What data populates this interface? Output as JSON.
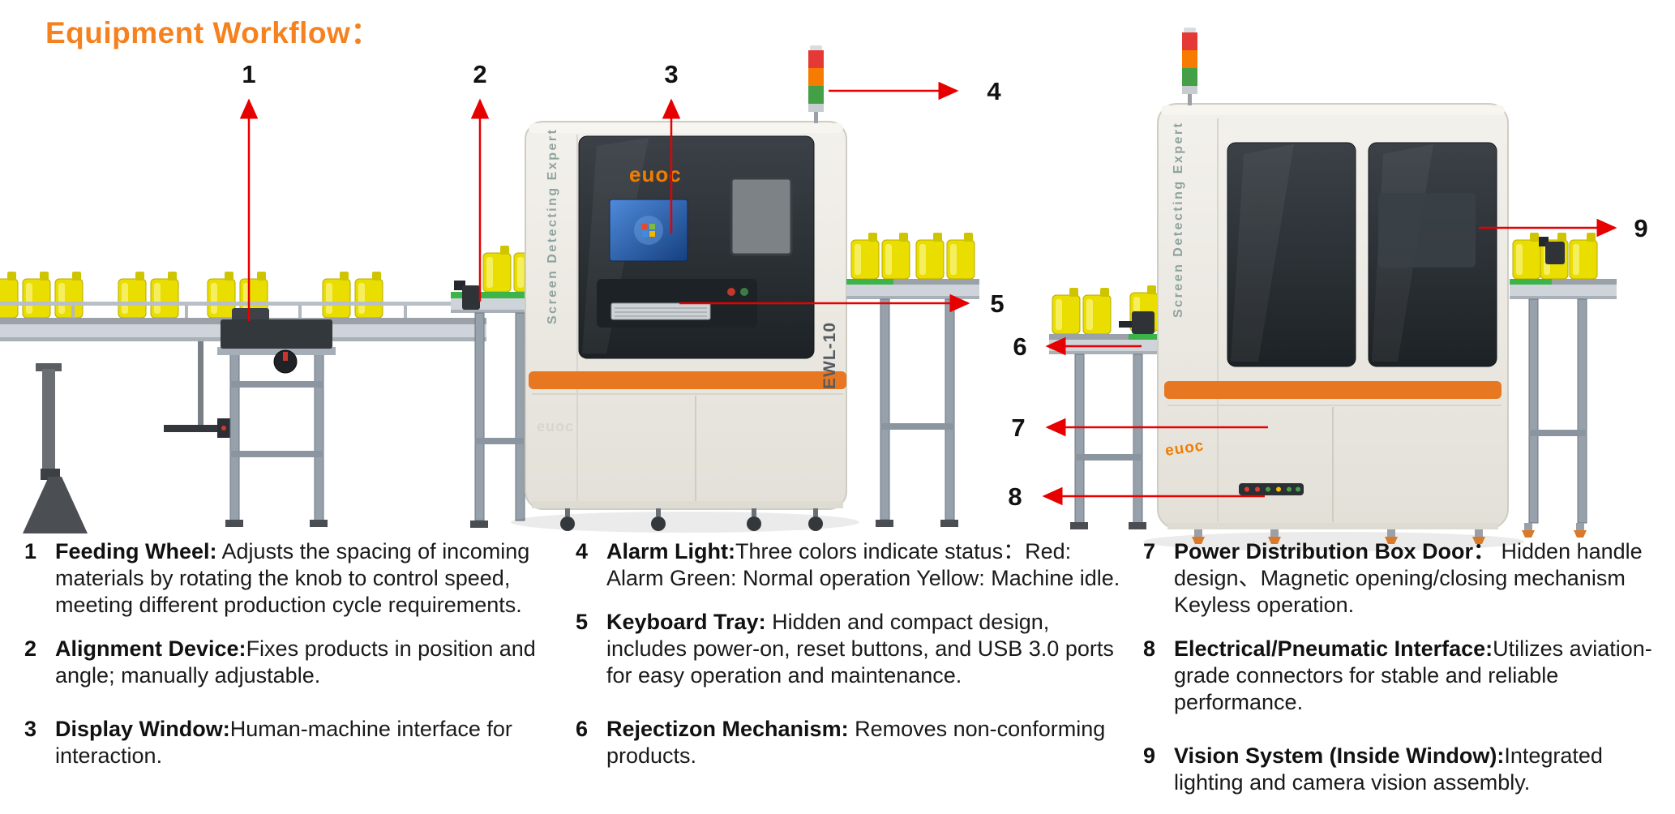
{
  "title": "Equipment Workflow：",
  "colors": {
    "title_orange": "#F5821F",
    "arrow_red": "#E60000",
    "machine_body": "#EDEAE3",
    "machine_glass": "#262B30",
    "accent_stripe": "#E87722",
    "brand_orange": "#F07D00",
    "jug_yellow": "#EADD00",
    "conveyor_green": "#3CB44A",
    "alarm_red": "#E53935",
    "alarm_amber": "#F57C00",
    "alarm_green": "#43A047",
    "screen_blue": "#2F6FD0"
  },
  "machine": {
    "brand": "euoc",
    "model": "EWL-10",
    "side_label": "Screen Detecting Expert"
  },
  "callouts": [
    "1",
    "2",
    "3",
    "4",
    "5",
    "6",
    "7",
    "8",
    "9"
  ],
  "legend": [
    {
      "num": "1",
      "title": "Feeding Wheel:",
      "text": " Adjusts the spacing of incoming materials by rotating the knob to control speed, meeting different production cycle requirements."
    },
    {
      "num": "2",
      "title": "Alignment Device:",
      "text": "Fixes products in position and angle; manually adjustable."
    },
    {
      "num": "3",
      "title": "Display Window:",
      "text": "Human-machine interface for interaction."
    },
    {
      "num": "4",
      "title": "Alarm Light:",
      "text": "Three colors indicate status：Red: Alarm Green: Normal operation Yellow: Machine idle."
    },
    {
      "num": "5",
      "title": "Keyboard Tray:",
      "text": " Hidden and compact design, includes power-on, reset buttons, and USB 3.0 ports for easy operation and maintenance."
    },
    {
      "num": "6",
      "title": "Rejectizon Mechanism:",
      "text": " Removes non-conforming products."
    },
    {
      "num": "7",
      "title": "Power Distribution Box Door：",
      "text": " Hidden handle design、Magnetic opening/closing mechanism Keyless operation."
    },
    {
      "num": "8",
      "title": "Electrical/Pneumatic Interface:",
      "text": "Utilizes aviation-grade connectors for stable and reliable performance."
    },
    {
      "num": "9",
      "title": "Vision System (Inside Window):",
      "text": "Integrated lighting and camera vision assembly."
    }
  ]
}
